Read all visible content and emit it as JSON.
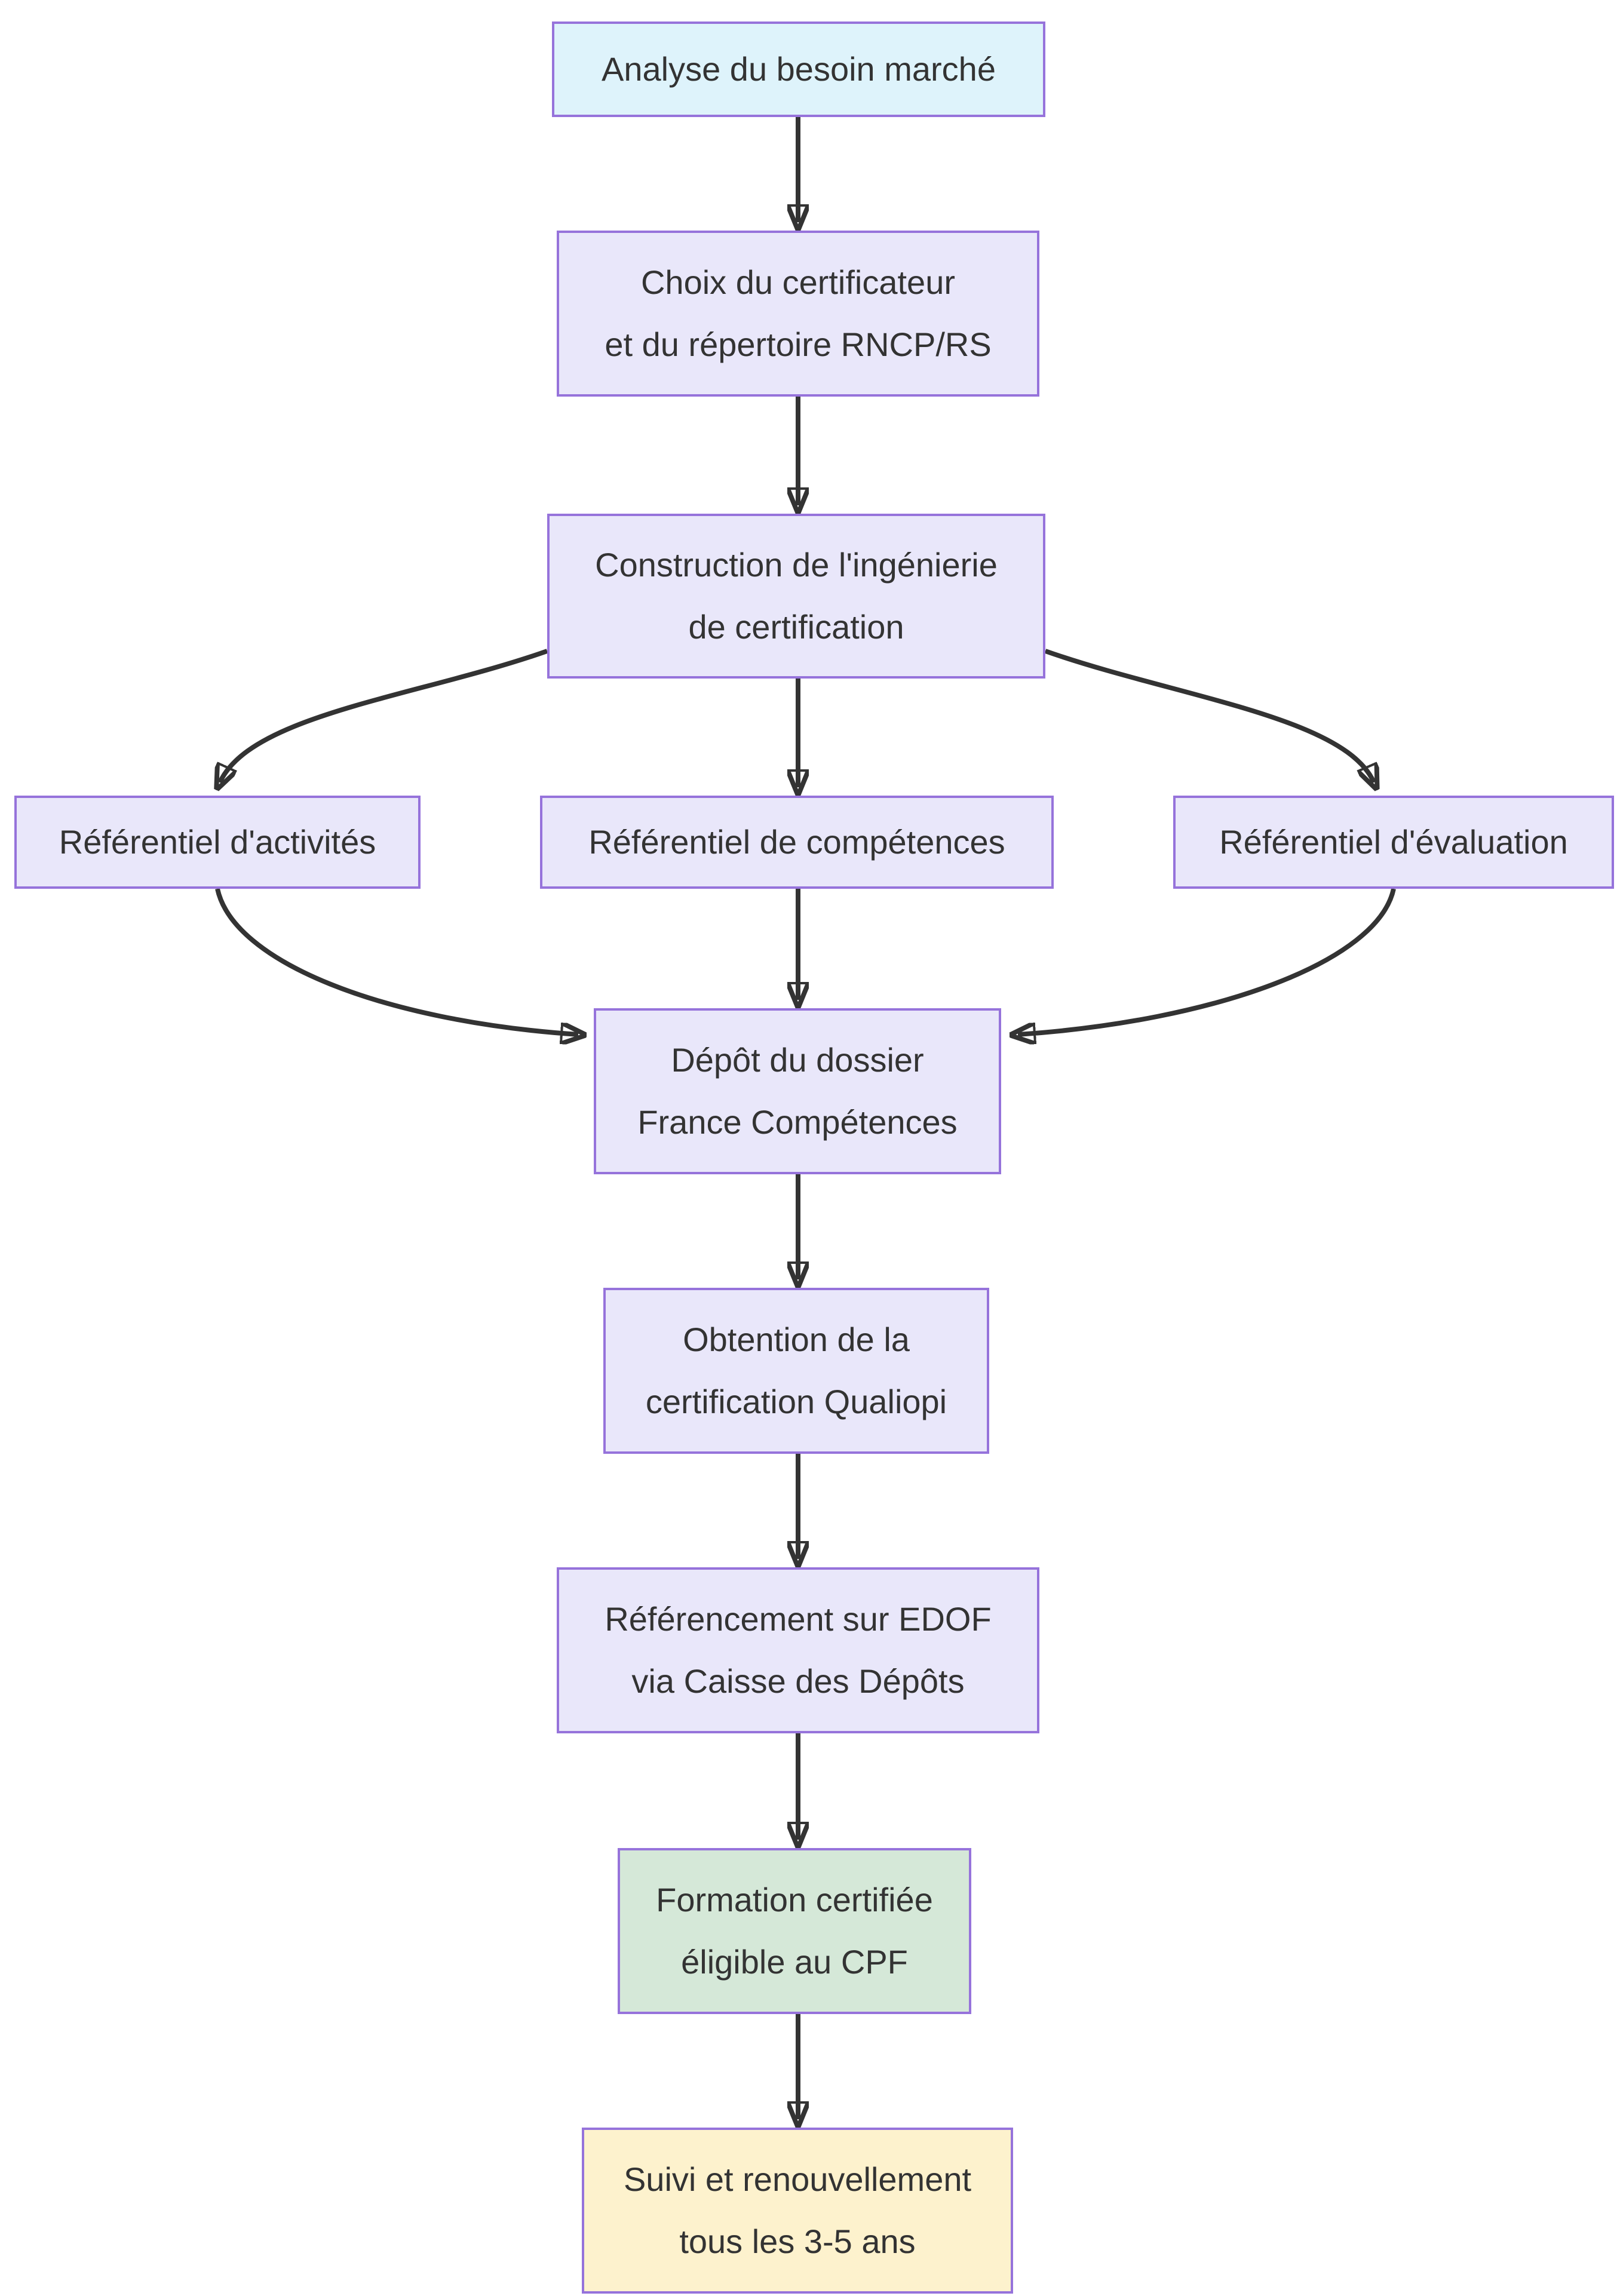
{
  "diagram": {
    "type": "flowchart",
    "direction": "top-down",
    "nodes": {
      "analyse": {
        "lines": [
          "Analyse du besoin marché"
        ],
        "fill": "#def3fb"
      },
      "choix": {
        "lines": [
          "Choix du certificateur",
          "et du répertoire RNCP/RS"
        ],
        "fill": "#e9e7fa"
      },
      "construction": {
        "lines": [
          "Construction de l'ingénierie",
          "de certification"
        ],
        "fill": "#e9e7fa"
      },
      "refActivites": {
        "lines": [
          "Référentiel d'activités"
        ],
        "fill": "#e9e7fa"
      },
      "refCompetences": {
        "lines": [
          "Référentiel de compétences"
        ],
        "fill": "#e9e7fa"
      },
      "refEvaluation": {
        "lines": [
          "Référentiel d'évaluation"
        ],
        "fill": "#e9e7fa"
      },
      "depot": {
        "lines": [
          "Dépôt du dossier",
          "France Compétences"
        ],
        "fill": "#e9e7fa"
      },
      "obtention": {
        "lines": [
          "Obtention de la",
          "certification Qualiopi"
        ],
        "fill": "#e9e7fa"
      },
      "referencement": {
        "lines": [
          "Référencement sur EDOF",
          "via Caisse des Dépôts"
        ],
        "fill": "#e9e7fa"
      },
      "formation": {
        "lines": [
          "Formation certifiée",
          "éligible au CPF"
        ],
        "fill": "#d5e8d8"
      },
      "suivi": {
        "lines": [
          "Suivi et renouvellement",
          "tous les 3-5 ans"
        ],
        "fill": "#fdf2cd"
      }
    },
    "edges": [
      {
        "from": "analyse",
        "to": "choix"
      },
      {
        "from": "choix",
        "to": "construction"
      },
      {
        "from": "construction",
        "to": "refActivites"
      },
      {
        "from": "construction",
        "to": "refCompetences"
      },
      {
        "from": "construction",
        "to": "refEvaluation"
      },
      {
        "from": "refActivites",
        "to": "depot"
      },
      {
        "from": "refCompetences",
        "to": "depot"
      },
      {
        "from": "refEvaluation",
        "to": "depot"
      },
      {
        "from": "depot",
        "to": "obtention"
      },
      {
        "from": "obtention",
        "to": "referencement"
      },
      {
        "from": "referencement",
        "to": "formation"
      },
      {
        "from": "formation",
        "to": "suivi"
      }
    ],
    "colors": {
      "node_border": "#9673db",
      "arrow": "#333333",
      "text": "#333333",
      "fill_blue": "#def3fb",
      "fill_lavender": "#e9e7fa",
      "fill_green": "#d5e8d8",
      "fill_yellow": "#fdf2cd",
      "background": "#ffffff"
    }
  }
}
